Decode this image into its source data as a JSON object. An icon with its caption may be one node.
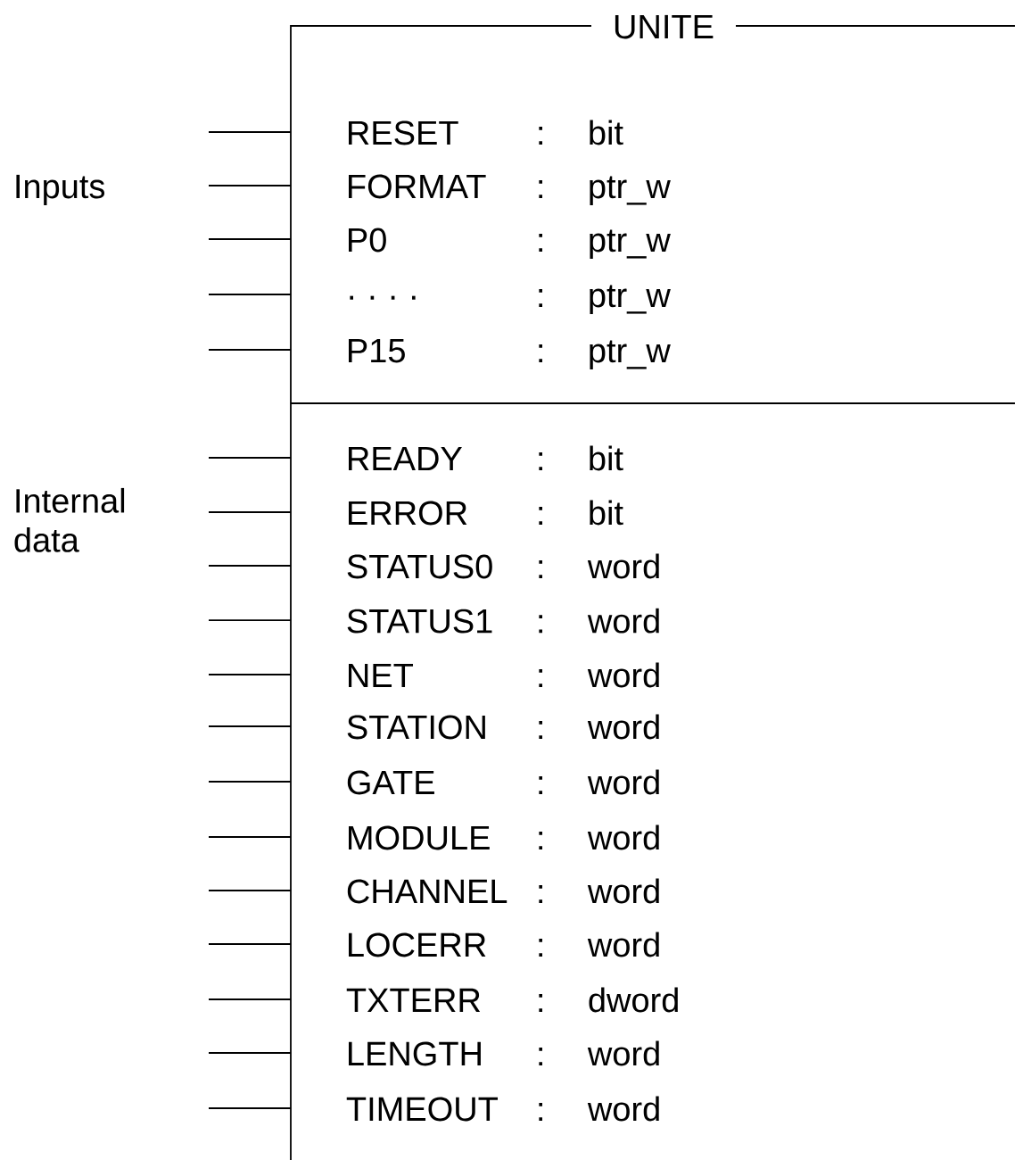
{
  "diagram": {
    "nodes": [
      {
        "text": [
          "UNITE"
        ]
      }
    ],
    "labels": [
      "Inputs",
      "RESET",
      ":",
      "bit",
      "FORMAT",
      ":",
      "ptr_w",
      "P0",
      ":",
      "ptr_w",
      "· · · ·",
      ":",
      "ptr_w",
      "P15",
      ":",
      "ptr_w",
      "Internal data",
      "READY",
      ":",
      "bit",
      "ERROR",
      ":",
      "bit",
      "STATUS0",
      ":",
      "word",
      "STATUS1",
      ":",
      "word",
      "NET",
      ":",
      "word",
      "STATION",
      ":",
      "word",
      "GATE",
      ":",
      "word",
      "MODULE",
      ":",
      "word",
      "CHANNEL",
      ":",
      "word",
      "LOCERR",
      ":",
      "word",
      "TXTERR",
      ":",
      "dword",
      "LENGTH",
      ":",
      "word",
      "TIMEOUT",
      ":",
      "word"
    ]
  }
}
